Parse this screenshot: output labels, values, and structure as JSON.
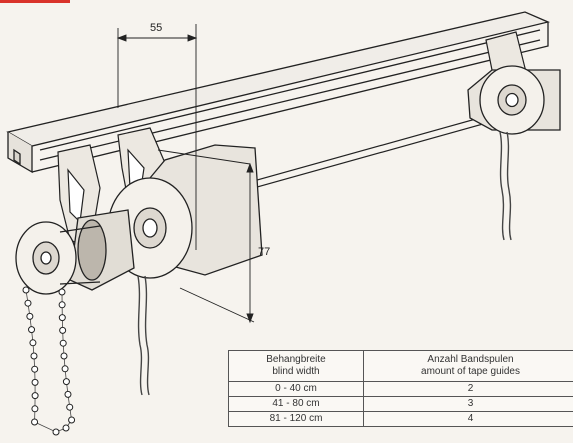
{
  "dimensions": {
    "top_spacing": "55",
    "height": "77"
  },
  "table": {
    "headers": [
      {
        "de": "Behangbreite",
        "en": "blind width"
      },
      {
        "de": "Anzahl Bandspulen",
        "en": "amount of tape guides"
      }
    ],
    "rows": [
      {
        "width": "0 -   40 cm",
        "count": "2"
      },
      {
        "width": "41 -   80 cm",
        "count": "3"
      },
      {
        "width": "81 - 120 cm",
        "count": "4"
      }
    ]
  },
  "colors": {
    "line": "#222222",
    "background": "#f6f3ee",
    "highlight": "#d9322a"
  }
}
